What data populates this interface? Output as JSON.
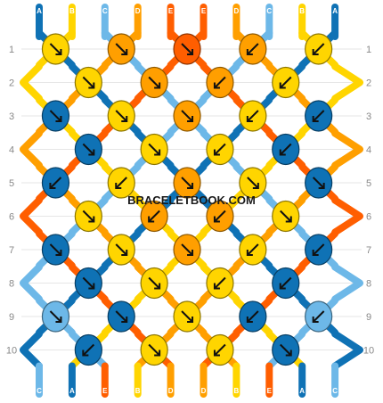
{
  "watermark": "BRACELETBOOK.COM",
  "colors": {
    "A": "#0f72b5",
    "B": "#ffd500",
    "C": "#6db8e8",
    "D": "#ff9f00",
    "E": "#ff5e00"
  },
  "top_threads": [
    "A",
    "B",
    "C",
    "D",
    "E",
    "E",
    "D",
    "C",
    "B",
    "A"
  ],
  "bottom_threads": [
    "C",
    "A",
    "E",
    "B",
    "D",
    "D",
    "B",
    "E",
    "A",
    "C"
  ],
  "row_numbers": [
    "1",
    "2",
    "3",
    "4",
    "5",
    "6",
    "7",
    "8",
    "9",
    "10"
  ],
  "rows": [
    {
      "knots": [
        {
          "c": "B",
          "d": "se"
        },
        {
          "c": "D",
          "d": "se"
        },
        {
          "c": "E",
          "d": "se"
        },
        {
          "c": "D",
          "d": "sw"
        },
        {
          "c": "B",
          "d": "sw"
        }
      ]
    },
    {
      "knots": [
        {
          "c": "B",
          "d": "se"
        },
        {
          "c": "D",
          "d": "se"
        },
        {
          "c": "D",
          "d": "sw"
        },
        {
          "c": "B",
          "d": "sw"
        }
      ]
    },
    {
      "knots": [
        {
          "c": "A",
          "d": "se"
        },
        {
          "c": "B",
          "d": "se"
        },
        {
          "c": "D",
          "d": "se"
        },
        {
          "c": "B",
          "d": "sw"
        },
        {
          "c": "A",
          "d": "sw"
        }
      ]
    },
    {
      "knots": [
        {
          "c": "A",
          "d": "se"
        },
        {
          "c": "B",
          "d": "se"
        },
        {
          "c": "B",
          "d": "sw"
        },
        {
          "c": "A",
          "d": "sw"
        }
      ]
    },
    {
      "knots": [
        {
          "c": "A",
          "d": "sw"
        },
        {
          "c": "B",
          "d": "sw"
        },
        {
          "c": "D",
          "d": "se"
        },
        {
          "c": "B",
          "d": "se"
        },
        {
          "c": "A",
          "d": "se"
        }
      ]
    },
    {
      "knots": [
        {
          "c": "B",
          "d": "se"
        },
        {
          "c": "D",
          "d": "sw"
        },
        {
          "c": "D",
          "d": "sw"
        },
        {
          "c": "B",
          "d": "se"
        }
      ]
    },
    {
      "knots": [
        {
          "c": "A",
          "d": "se"
        },
        {
          "c": "B",
          "d": "se"
        },
        {
          "c": "D",
          "d": "se"
        },
        {
          "c": "B",
          "d": "sw"
        },
        {
          "c": "A",
          "d": "sw"
        }
      ]
    },
    {
      "knots": [
        {
          "c": "A",
          "d": "se"
        },
        {
          "c": "B",
          "d": "se"
        },
        {
          "c": "B",
          "d": "sw"
        },
        {
          "c": "A",
          "d": "sw"
        }
      ]
    },
    {
      "knots": [
        {
          "c": "C",
          "d": "se"
        },
        {
          "c": "A",
          "d": "se"
        },
        {
          "c": "B",
          "d": "se"
        },
        {
          "c": "A",
          "d": "sw"
        },
        {
          "c": "C",
          "d": "sw"
        }
      ]
    },
    {
      "knots": [
        {
          "c": "A",
          "d": "sw"
        },
        {
          "c": "B",
          "d": "se"
        },
        {
          "c": "B",
          "d": "sw"
        },
        {
          "c": "A",
          "d": "se"
        }
      ]
    }
  ]
}
